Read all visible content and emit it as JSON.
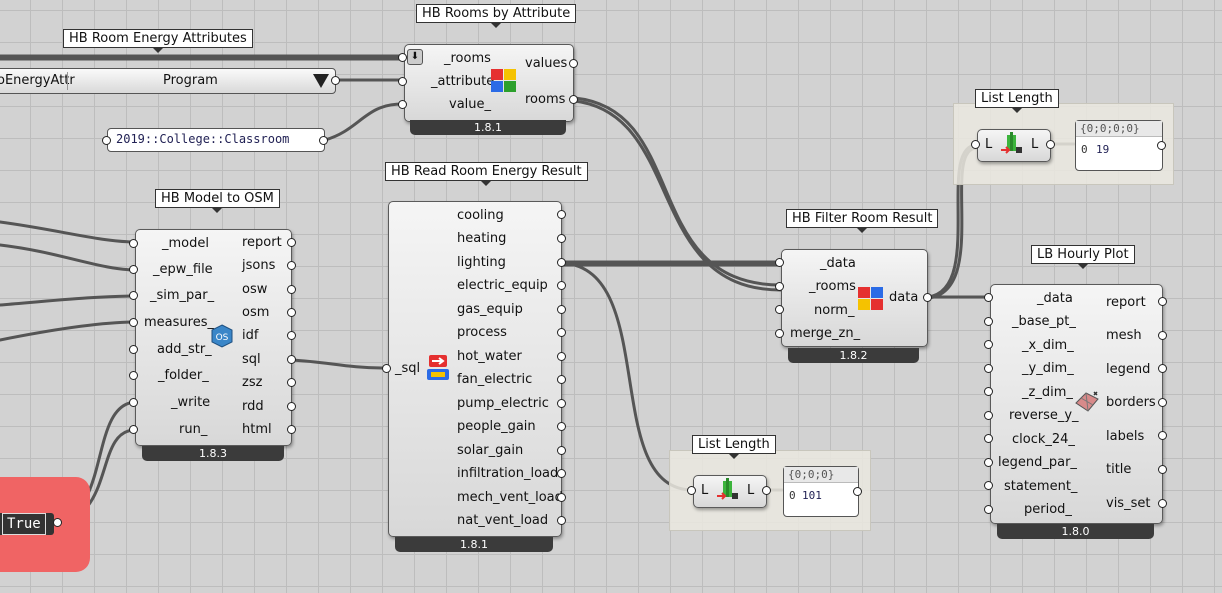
{
  "labels": {
    "room_energy_attrs": "HB Room Energy Attributes",
    "rooms_by_attr": "HB Rooms by Attribute",
    "read_energy": "HB Read Room Energy Result",
    "model_to_osm": "HB Model to OSM",
    "filter_room": "HB Filter Room Result",
    "list_length": "List Length",
    "hourly_plot": "LB Hourly Plot"
  },
  "value_list": {
    "left_text": "oEnergyAttr",
    "selected": "Program"
  },
  "panel_program": {
    "text": "2019::College::Classroom"
  },
  "toggle": {
    "value": "True"
  },
  "rooms_by_attr": {
    "inputs": [
      "_rooms",
      "_attribute",
      "value_"
    ],
    "outputs": [
      "values",
      "rooms"
    ],
    "version": "1.8.1"
  },
  "model_to_osm": {
    "inputs": [
      "_model",
      "_epw_file",
      "_sim_par_",
      "measures_",
      "add_str_",
      "_folder_",
      "_write",
      "run_"
    ],
    "outputs": [
      "report",
      "jsons",
      "osw",
      "osm",
      "idf",
      "sql",
      "zsz",
      "rdd",
      "html"
    ],
    "version": "1.8.3"
  },
  "read_energy": {
    "input": "_sql",
    "outputs": [
      "cooling",
      "heating",
      "lighting",
      "electric_equip",
      "gas_equip",
      "process",
      "hot_water",
      "fan_electric",
      "pump_electric",
      "people_gain",
      "solar_gain",
      "infiltration_load",
      "mech_vent_load",
      "nat_vent_load"
    ],
    "version": "1.8.1"
  },
  "filter_room": {
    "inputs": [
      "_data",
      "_rooms",
      "norm_",
      "merge_zn_"
    ],
    "output": "data",
    "version": "1.8.2"
  },
  "hourly_plot": {
    "inputs": [
      "_data",
      "_base_pt_",
      "_x_dim_",
      "_y_dim_",
      "_z_dim_",
      "reverse_y_",
      "clock_24_",
      "legend_par_",
      "statement_",
      "period_"
    ],
    "outputs": [
      "report",
      "mesh",
      "legend",
      "borders",
      "labels",
      "title",
      "vis_set"
    ],
    "version": "1.8.0"
  },
  "list_length_1": {
    "in": "L",
    "out": "L",
    "path": "{0;0;0;0}",
    "index": "0",
    "value": "19"
  },
  "list_length_2": {
    "in": "L",
    "out": "L",
    "path": "{0;0;0}",
    "index": "0",
    "value": "101"
  },
  "colors": {
    "canvas": "#d2d2d2",
    "toggle_group": "#f06464",
    "version_bar": "#3b3b3b"
  }
}
